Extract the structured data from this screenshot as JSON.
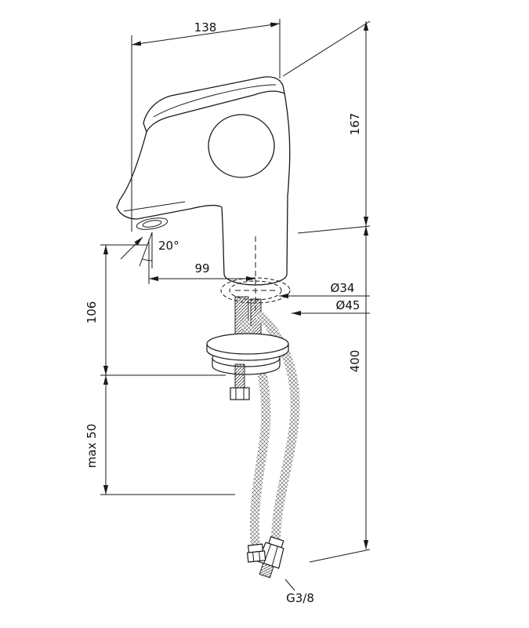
{
  "colors": {
    "line": "#1a1a1a",
    "background": "#ffffff"
  },
  "labels": {
    "overall_length": "138",
    "height_to_deck": "167",
    "hose_length": "400",
    "spout_reach": "99",
    "spout_angle": "20°",
    "hole_dia_inner": "Ø34",
    "hole_dia_outer": "Ø45",
    "spout_height": "106",
    "max_deck_thickness": "max 50",
    "connection_thread": "G3/8"
  }
}
